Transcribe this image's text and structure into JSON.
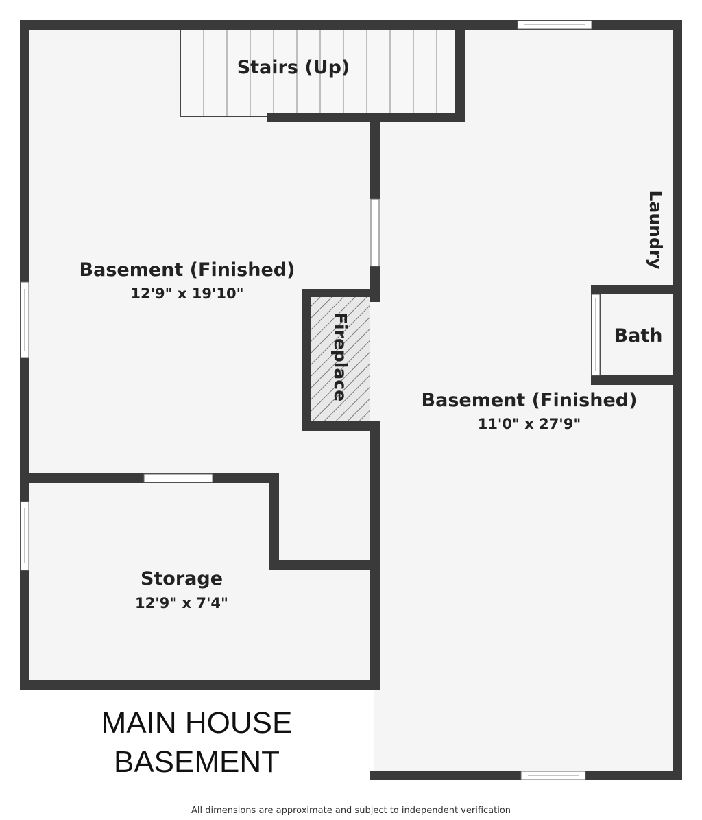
{
  "plan": {
    "title_line1": "MAIN HOUSE",
    "title_line2": "BASEMENT",
    "disclaimer": "All dimensions are approximate and subject to independent verification"
  },
  "rooms": {
    "stairs": {
      "label": "Stairs (Up)"
    },
    "basement_left": {
      "label": "Basement (Finished)",
      "dims": "12'9\" x 19'10\""
    },
    "basement_right": {
      "label": "Basement (Finished)",
      "dims": "11'0\" x 27'9\""
    },
    "storage": {
      "label": "Storage",
      "dims": "12'9\" x 7'4\""
    },
    "fireplace": {
      "label": "Fireplace"
    },
    "bath": {
      "label": "Bath"
    },
    "laundry": {
      "label": "Laundry"
    }
  },
  "colors": {
    "wall": "#3a3a3a",
    "floor": "#f5f5f5",
    "window": "#ffffff"
  }
}
